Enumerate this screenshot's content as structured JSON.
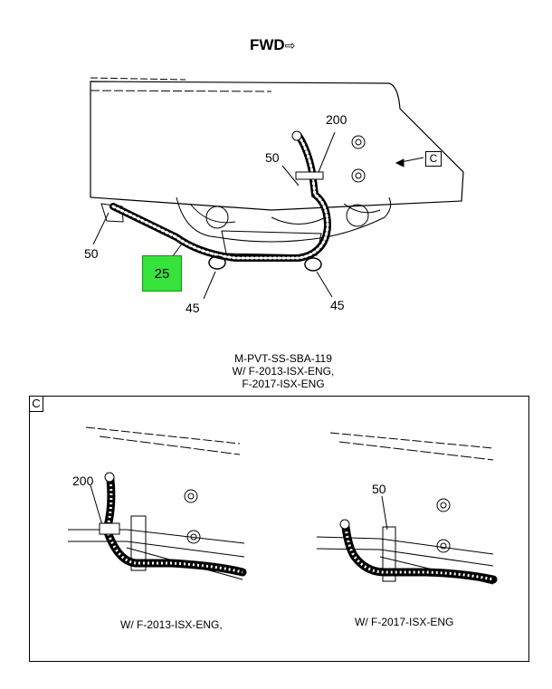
{
  "header": {
    "fwd_label": "FWD",
    "fwd_arrow": "⇨"
  },
  "main_view": {
    "callouts": {
      "c200": "200",
      "c50_top": "50",
      "c50_left": "50",
      "c25": "25",
      "c45_left": "45",
      "c45_right": "45"
    },
    "detail_ref": "C"
  },
  "caption": {
    "line1": "M-PVT-SS-SBA-119",
    "line2": "W/ F-2013-ISX-ENG,",
    "line3": "F-2017-ISX-ENG"
  },
  "detail": {
    "tag": "C",
    "left": {
      "callout": "200",
      "caption": "W/ F-2013-ISX-ENG,"
    },
    "right": {
      "callout": "50",
      "caption": "W/ F-2017-ISX-ENG"
    }
  },
  "colors": {
    "highlight": "#36e33a"
  }
}
